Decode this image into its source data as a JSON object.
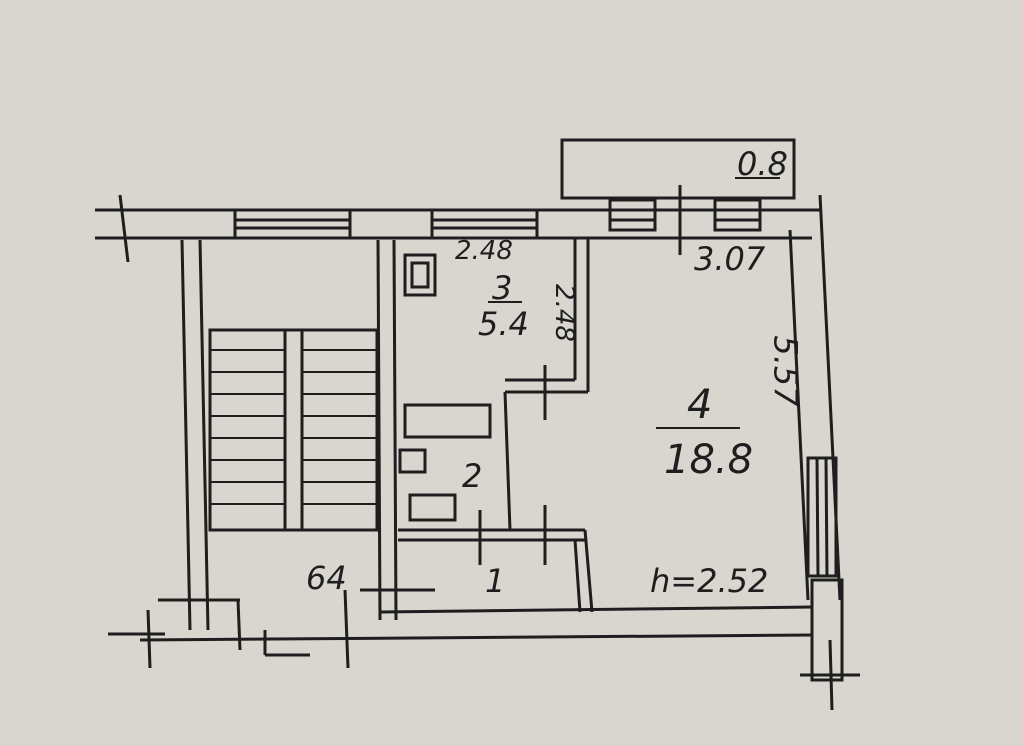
{
  "labels": {
    "balcony_area": "0.8",
    "kitchen_width": "2.48",
    "kitchen_depth": "2.48",
    "kitchen_number": "3",
    "kitchen_area": "5.4",
    "room_width": "3.07",
    "room_depth": "5.57",
    "room_number": "4",
    "room_area": "18.8",
    "bathroom_number": "2",
    "hall_number": "1",
    "stair_label": "64",
    "ceiling_height": "h=2.52"
  },
  "colors": {
    "paper": "#d8d6cf",
    "ink": "#1e1e1e"
  }
}
